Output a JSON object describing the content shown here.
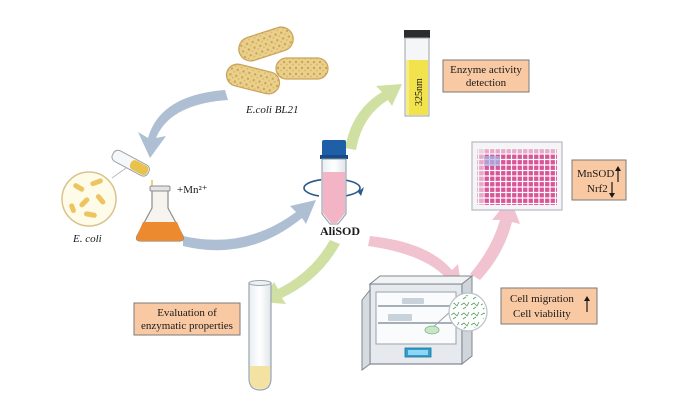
{
  "labels": {
    "ecoli_bl21": "E.coli BL21",
    "ecoli": "E. coli",
    "mn_ion": "+Mn²⁺",
    "alisod": "AliSOD",
    "wavelength": "325nm",
    "enzyme_activity_l1": "Enzyme activity",
    "enzyme_activity_l2": "detection",
    "evaluation_l1": "Evaluation of",
    "evaluation_l2": "enzymatic properties",
    "mnsod": "MnSOD",
    "nrf2": "Nrf2",
    "cell_migration": "Cell migration",
    "cell_viability": "Cell viability"
  },
  "colors": {
    "label_box_fill": "#f9c9a3",
    "label_box_stroke": "#7a7a7a",
    "arrow_blue": "#aebfd3",
    "arrow_green": "#cfe0a2",
    "arrow_pink": "#f1c3d1",
    "bacteria": "#e8c878",
    "flask_liquid": "#ec8a2f",
    "cuvette_liquid": "#f2e34d",
    "tube_cap": "#1f5fa8",
    "tube_liquid": "#f3b4c5",
    "plate_wells": "#d9559a"
  }
}
